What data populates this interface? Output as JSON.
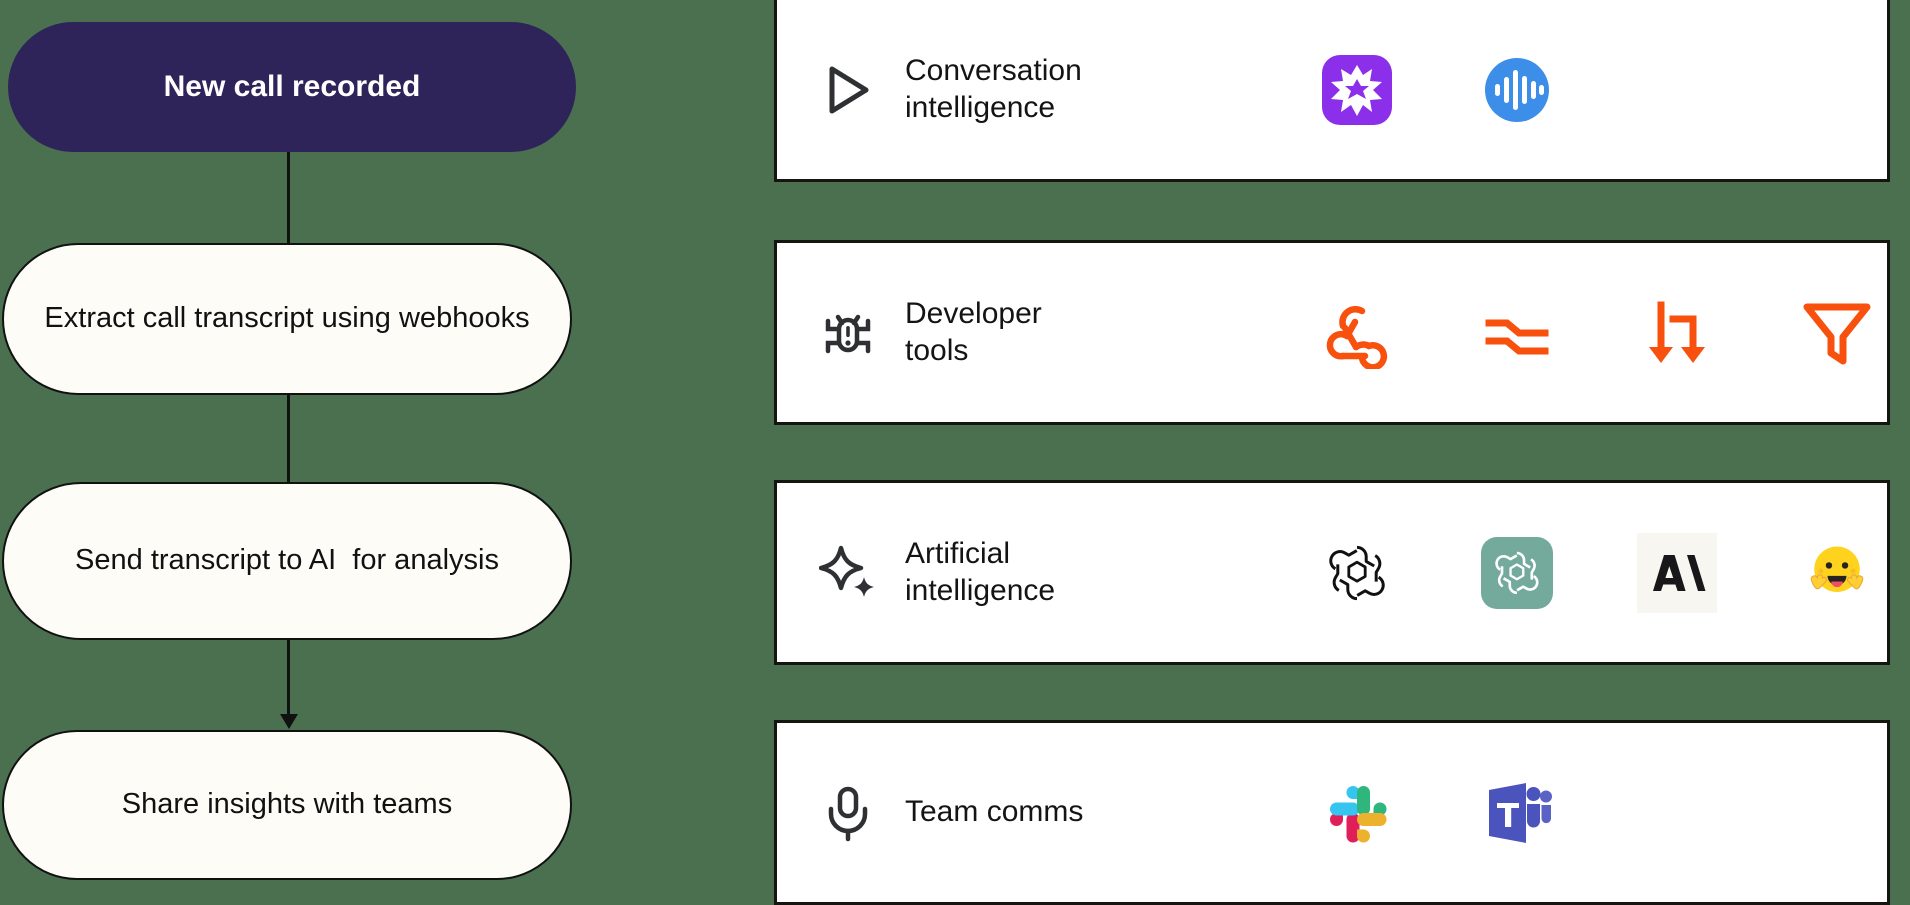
{
  "theme": {
    "background": "#4a7050",
    "card_background": "#ffffff",
    "card_border": "#17150f",
    "node_start_fill": "#2e2459",
    "node_start_text": "#ffffff",
    "node_step_fill": "#fdfcf7",
    "node_step_text": "#111111",
    "accent_orange": "#f8500d",
    "connector": "#111111"
  },
  "flow": {
    "name": "call-processing-workflow",
    "nodes": [
      {
        "id": "trigger",
        "label": "New call recorded",
        "kind": "trigger"
      },
      {
        "id": "extract",
        "label": "Extract call transcript using webhooks",
        "kind": "step"
      },
      {
        "id": "analyze",
        "label": "Send transcript to AI  for analysis",
        "kind": "step"
      },
      {
        "id": "share",
        "label": "Share insights with teams",
        "kind": "step"
      }
    ],
    "connectors": [
      {
        "from": "trigger",
        "to": "extract",
        "arrow": false
      },
      {
        "from": "extract",
        "to": "analyze",
        "arrow": false
      },
      {
        "from": "analyze",
        "to": "share",
        "arrow": true
      }
    ]
  },
  "categories": [
    {
      "id": "conversation-intelligence",
      "label": "Conversation\nintelligence",
      "icon": "play-triangle-icon",
      "logos": [
        {
          "name": "gong-logo",
          "title": "Gong"
        },
        {
          "name": "fireflies-logo",
          "title": "Fireflies"
        }
      ]
    },
    {
      "id": "developer-tools",
      "label": "Developer\ntools",
      "icon": "bug-icon",
      "logos": [
        {
          "name": "webhook-icon",
          "title": "Webhooks"
        },
        {
          "name": "router-paths-icon",
          "title": "Paths"
        },
        {
          "name": "sort-transform-icon",
          "title": "Sort"
        },
        {
          "name": "filter-icon",
          "title": "Filter"
        }
      ]
    },
    {
      "id": "artificial-intelligence",
      "label": "Artificial\nintelligence",
      "icon": "sparkle-icon",
      "logos": [
        {
          "name": "openai-logo",
          "title": "OpenAI"
        },
        {
          "name": "chatgpt-logo",
          "title": "ChatGPT"
        },
        {
          "name": "anthropic-logo",
          "title": "Anthropic"
        },
        {
          "name": "hugging-face-logo",
          "title": "Hugging Face"
        }
      ]
    },
    {
      "id": "team-comms",
      "label": "Team comms",
      "icon": "microphone-icon",
      "logos": [
        {
          "name": "slack-logo",
          "title": "Slack"
        },
        {
          "name": "microsoft-teams-logo",
          "title": "Microsoft Teams"
        }
      ]
    }
  ]
}
